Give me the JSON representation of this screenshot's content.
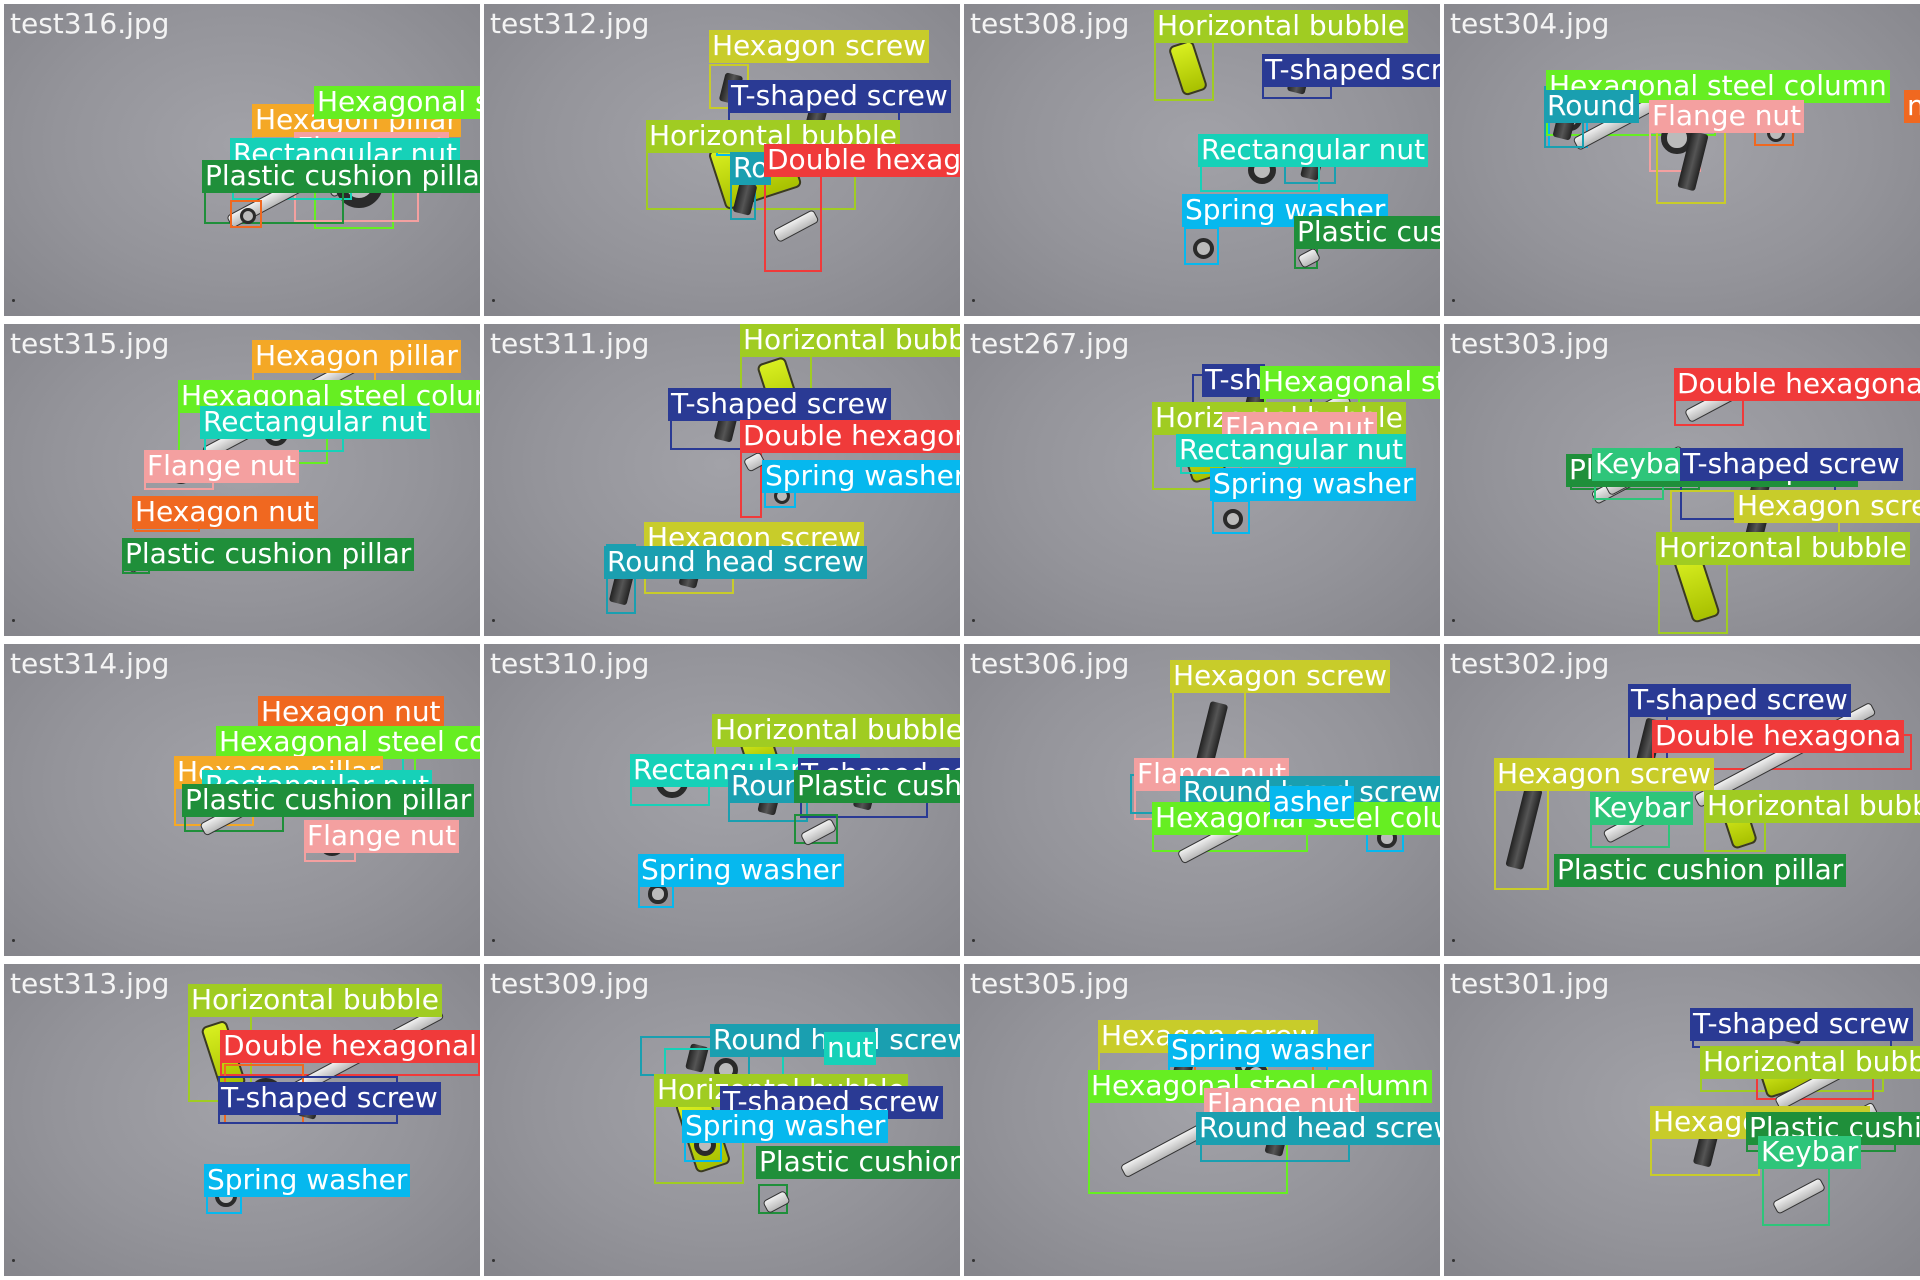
{
  "colors": {
    "Hexagon pillar": "#f4a826",
    "Hexagonal steel column": "#66ee22",
    "Flange nut": "#f4a0a0",
    "Rectangular nut": "#16d1b8",
    "Plastic cushion pillar": "#1f8f3a",
    "Hexagon screw": "#c8cc2a",
    "T-shaped screw": "#2a3a94",
    "Horizontal bubble": "#a0cc22",
    "Double hexagonal column": "#f03a3a",
    "Round head screw": "#1a9fb0",
    "Spring washer": "#06b8ee",
    "Hexagon nut": "#f06820",
    "Keybar": "#2ec57a"
  },
  "tiles": [
    {
      "name": "test316.jpg",
      "dets": [
        {
          "cls": "Hexagon pillar",
          "text": "Hexagon pillar"
        },
        {
          "cls": "Hexagonal steel column",
          "text": "Hexagonal steel column"
        },
        {
          "cls": "Flange nut",
          "text": "Flange nut"
        },
        {
          "cls": "Rectangular nut",
          "text": "Rectangular nut"
        },
        {
          "cls": "Plastic cushion pillar",
          "text": "Plastic cushion pillar"
        },
        {
          "cls": "Hexagon nut",
          "text": ""
        }
      ]
    },
    {
      "name": "test312.jpg",
      "dets": [
        {
          "cls": "Hexagon screw",
          "text": "Hexagon screw"
        },
        {
          "cls": "T-shaped screw",
          "text": "T-shaped screw"
        },
        {
          "cls": "Horizontal bubble",
          "text": "Horizontal bubble"
        },
        {
          "cls": "Spring washer",
          "text": ""
        },
        {
          "cls": "Round head screw",
          "text": "Ro"
        },
        {
          "cls": "Double hexagonal column",
          "text": "Double hexagonal column"
        }
      ]
    },
    {
      "name": "test308.jpg",
      "dets": [
        {
          "cls": "Horizontal bubble",
          "text": "Horizontal bubble"
        },
        {
          "cls": "T-shaped screw",
          "text": "T-shaped screw"
        },
        {
          "cls": "Round head screw",
          "text": "screw"
        },
        {
          "cls": "Rectangular nut",
          "text": "Rectangular nut"
        },
        {
          "cls": "Spring washer",
          "text": "Spring washer"
        },
        {
          "cls": "Plastic cushion pillar",
          "text": "Plastic cushion pillar"
        }
      ]
    },
    {
      "name": "test304.jpg",
      "dets": [
        {
          "cls": "Spring washer",
          "text": "Spring washer"
        },
        {
          "cls": "Hexagonal steel column",
          "text": "Hexagonal steel column"
        },
        {
          "cls": "Round head screw",
          "text": "Round"
        },
        {
          "cls": "Flange nut",
          "text": "Flange nut"
        },
        {
          "cls": "Hexagon nut",
          "text": "nu"
        },
        {
          "cls": "Hexagon screw",
          "text": ""
        }
      ]
    },
    {
      "name": "test315.jpg",
      "dets": [
        {
          "cls": "Hexagon pillar",
          "text": "Hexagon pillar"
        },
        {
          "cls": "Hexagonal steel column",
          "text": "Hexagonal steel column"
        },
        {
          "cls": "Rectangular nut",
          "text": "Rectangular nut"
        },
        {
          "cls": "Flange nut",
          "text": "Flange nut"
        },
        {
          "cls": "Hexagon nut",
          "text": "Hexagon nut"
        },
        {
          "cls": "Plastic cushion pillar",
          "text": "Plastic cushion pillar"
        }
      ]
    },
    {
      "name": "test311.jpg",
      "dets": [
        {
          "cls": "Horizontal bubble",
          "text": "Horizontal bubble"
        },
        {
          "cls": "T-shaped screw",
          "text": "T-shaped screw"
        },
        {
          "cls": "Double hexagonal column",
          "text": "Double hexagonal column"
        },
        {
          "cls": "Spring washer",
          "text": "Spring washer"
        },
        {
          "cls": "Hexagon screw",
          "text": "Hexagon screw"
        },
        {
          "cls": "Round head screw",
          "text": "Round head screw"
        }
      ]
    },
    {
      "name": "test267.jpg",
      "dets": [
        {
          "cls": "T-shaped screw",
          "text": "T-sh"
        },
        {
          "cls": "Hexagonal steel column",
          "text": "Hexagonal steel column"
        },
        {
          "cls": "Horizontal bubble",
          "text": "Horizontal bubble"
        },
        {
          "cls": "Flange nut",
          "text": "Flange nut"
        },
        {
          "cls": "Rectangular nut",
          "text": "Rectangular nut"
        },
        {
          "cls": "Spring washer",
          "text": "Spring washer"
        }
      ]
    },
    {
      "name": "test303.jpg",
      "dets": [
        {
          "cls": "Double hexagonal column",
          "text": "Double hexagona"
        },
        {
          "cls": "Plastic cushion pillar",
          "text": "Plastic cushion pillar"
        },
        {
          "cls": "Keybar",
          "text": "Keyba"
        },
        {
          "cls": "T-shaped screw",
          "text": "T-shaped screw"
        },
        {
          "cls": "Hexagon screw",
          "text": "Hexagon scre"
        },
        {
          "cls": "Horizontal bubble",
          "text": "Horizontal bubble"
        }
      ]
    },
    {
      "name": "test314.jpg",
      "dets": [
        {
          "cls": "Hexagon nut",
          "text": "Hexagon nut"
        },
        {
          "cls": "Hexagonal steel column",
          "text": "Hexagonal steel column"
        },
        {
          "cls": "Hexagon pillar",
          "text": "Hexagon pillar"
        },
        {
          "cls": "Rectangular nut",
          "text": "Rectangular nut"
        },
        {
          "cls": "Plastic cushion pillar",
          "text": "Plastic cushion pillar"
        },
        {
          "cls": "Flange nut",
          "text": "Flange nut"
        }
      ]
    },
    {
      "name": "test310.jpg",
      "dets": [
        {
          "cls": "Horizontal bubble",
          "text": "Horizontal bubble"
        },
        {
          "cls": "Rectangular nut",
          "text": "Rectangular nut"
        },
        {
          "cls": "Round head screw",
          "text": "Roun"
        },
        {
          "cls": "T-shaped screw",
          "text": "T-shaped screw"
        },
        {
          "cls": "Plastic cushion pillar",
          "text": "Plastic cushion pillar"
        },
        {
          "cls": "Spring washer",
          "text": "Spring washer"
        }
      ]
    },
    {
      "name": "test306.jpg",
      "dets": [
        {
          "cls": "Hexagon screw",
          "text": "Hexagon screw"
        },
        {
          "cls": "Flange nut",
          "text": "Flange nut"
        },
        {
          "cls": "Round head screw",
          "text": "Round head screw"
        },
        {
          "cls": "Hexagonal steel column",
          "text": "Hexagonal steel column"
        },
        {
          "cls": "Spring washer",
          "text": "asher"
        },
        {
          "cls": "Hexagon nut",
          "text": ""
        }
      ]
    },
    {
      "name": "test302.jpg",
      "dets": [
        {
          "cls": "T-shaped screw",
          "text": "T-shaped screw"
        },
        {
          "cls": "Double hexagonal column",
          "text": "Double hexagona"
        },
        {
          "cls": "Hexagon screw",
          "text": "Hexagon screw"
        },
        {
          "cls": "Keybar",
          "text": "Keybar"
        },
        {
          "cls": "Horizontal bubble",
          "text": "Horizontal bubb"
        },
        {
          "cls": "Plastic cushion pillar",
          "text": "Plastic cushion pillar"
        }
      ]
    },
    {
      "name": "test313.jpg",
      "dets": [
        {
          "cls": "Horizontal bubble",
          "text": "Horizontal bubble"
        },
        {
          "cls": "Double hexagonal column",
          "text": "Double hexagonal column"
        },
        {
          "cls": "Hexagon nut",
          "text": "Hexagon nut"
        },
        {
          "cls": "T-shaped screw",
          "text": "T-shaped screw"
        },
        {
          "cls": "Spring washer",
          "text": "Spring washer"
        }
      ]
    },
    {
      "name": "test309.jpg",
      "dets": [
        {
          "cls": "Round head screw",
          "text": "Round head screw"
        },
        {
          "cls": "Rectangular nut",
          "text": "nut"
        },
        {
          "cls": "Horizontal bubble",
          "text": "Horizontal bubble"
        },
        {
          "cls": "T-shaped screw",
          "text": "T-shaped screw"
        },
        {
          "cls": "Spring washer",
          "text": "Spring washer"
        },
        {
          "cls": "Plastic cushion pillar",
          "text": "Plastic cushion pillar"
        }
      ]
    },
    {
      "name": "test305.jpg",
      "dets": [
        {
          "cls": "Hexagon screw",
          "text": "Hexagon screw"
        },
        {
          "cls": "Spring washer",
          "text": "Spring washer"
        },
        {
          "cls": "Hexagon nut",
          "text": ""
        },
        {
          "cls": "Hexagonal steel column",
          "text": "Hexagonal steel column"
        },
        {
          "cls": "Flange nut",
          "text": "Flange nut"
        },
        {
          "cls": "Round head screw",
          "text": "Round head screw"
        }
      ]
    },
    {
      "name": "test301.jpg",
      "dets": [
        {
          "cls": "T-shaped screw",
          "text": "T-shaped screw"
        },
        {
          "cls": "Horizontal bubble",
          "text": "Horizontal bubb"
        },
        {
          "cls": "Double hexagonal column",
          "text": ""
        },
        {
          "cls": "Hexagon screw",
          "text": "Hexagon screw"
        },
        {
          "cls": "Plastic cushion pillar",
          "text": "Plastic cushi"
        },
        {
          "cls": "Keybar",
          "text": "Keybar"
        }
      ]
    }
  ]
}
